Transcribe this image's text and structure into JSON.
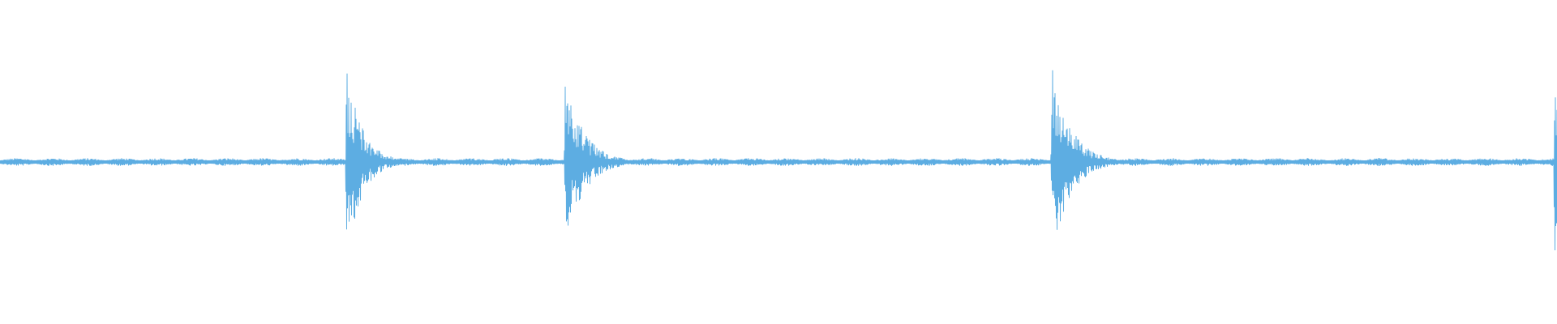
{
  "waveform": {
    "color": "#5dade2",
    "background": "#ffffff",
    "baseline_fraction": 0.5,
    "noise_amplitude": 0.012,
    "transients": [
      {
        "time_fraction": 0.2225,
        "peak_amplitude": 0.3,
        "decay": 0.01
      },
      {
        "time_fraction": 0.363,
        "peak_amplitude": 0.26,
        "decay": 0.012
      },
      {
        "time_fraction": 0.6755,
        "peak_amplitude": 0.3,
        "decay": 0.012
      },
      {
        "time_fraction": 0.9985,
        "peak_amplitude": 0.32,
        "decay": 0.004
      }
    ]
  }
}
